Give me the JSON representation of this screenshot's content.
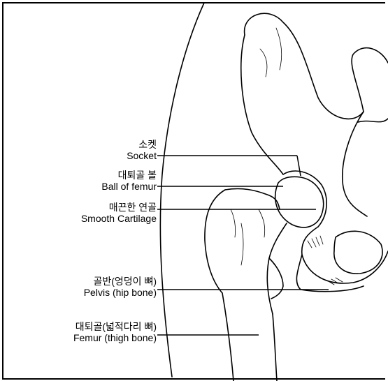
{
  "labels": [
    {
      "id": "socket",
      "ko": "소켓",
      "en": "Socket"
    },
    {
      "id": "ball",
      "ko": "대퇴골 볼",
      "en": "Ball of femur"
    },
    {
      "id": "cartilage",
      "ko": "매끈한 연골",
      "en": "Smooth Cartilage"
    },
    {
      "id": "pelvis",
      "ko": "골반(엉덩이 뼈)",
      "en": "Pelvis (hip bone)"
    },
    {
      "id": "femur",
      "ko": "대퇴골(넓적다리 뼈)",
      "en": "Femur (thigh bone)"
    }
  ],
  "colors": {
    "ink": "#000000",
    "background": "#ffffff"
  }
}
